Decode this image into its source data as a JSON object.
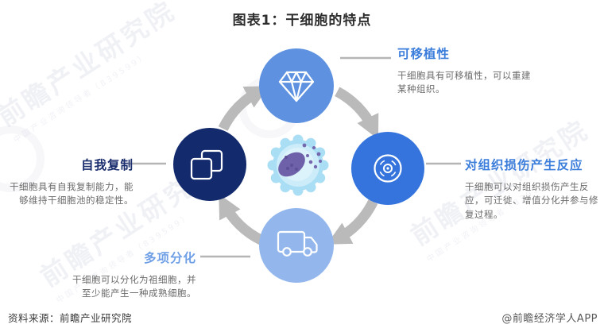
{
  "title": "图表1：干细胞的特点",
  "nodes": [
    {
      "id": "transplantability",
      "label": "可移植性",
      "desc": "干细胞具有可移植性，可以重建某种组织。",
      "circle_color": "#5E92E0",
      "label_color": "#3B7DDB",
      "icon": "diamond-icon",
      "position": "top"
    },
    {
      "id": "tissue-damage-response",
      "label": "对组织损伤产生反应",
      "desc": "干细胞可以对组织损伤产生反应，可迁徙、增值分化并参与修复过程。",
      "circle_color": "#3474DC",
      "label_color": "#3B7DDB",
      "icon": "cd-icon",
      "position": "right"
    },
    {
      "id": "multi-differentiation",
      "label": "多项分化",
      "desc": "干细胞可以分化为祖细胞，并至少能产生一种成熟细胞。",
      "circle_color": "#93B7ED",
      "label_color": "#6F9FE6",
      "icon": "truck-icon",
      "position": "bottom"
    },
    {
      "id": "self-renewal",
      "label": "自我复制",
      "desc": "干细胞具有自我复制能力，能够维持干细胞池的稳定性。",
      "circle_color": "#132A6D",
      "label_color": "#1B2E6E",
      "icon": "copy-icon",
      "position": "left"
    }
  ],
  "center_illustration": "stem-cell",
  "footer": {
    "source": "资料来源：前瞻产业研究院",
    "credit": "@前瞻经济学人APP"
  },
  "watermark": {
    "brand": "前瞻产业研究院",
    "tagline": "中国产业咨询领导者（839599）"
  },
  "colors": {
    "arrow": "#BABABA",
    "connector_line": "#B5B5B5",
    "cell_body": "#A9DEF4",
    "cell_inner": "#CDECF9",
    "cell_nucleus": "#6F61A9",
    "title_text": "#2D2D2D",
    "desc_text": "#6B6B6B"
  }
}
